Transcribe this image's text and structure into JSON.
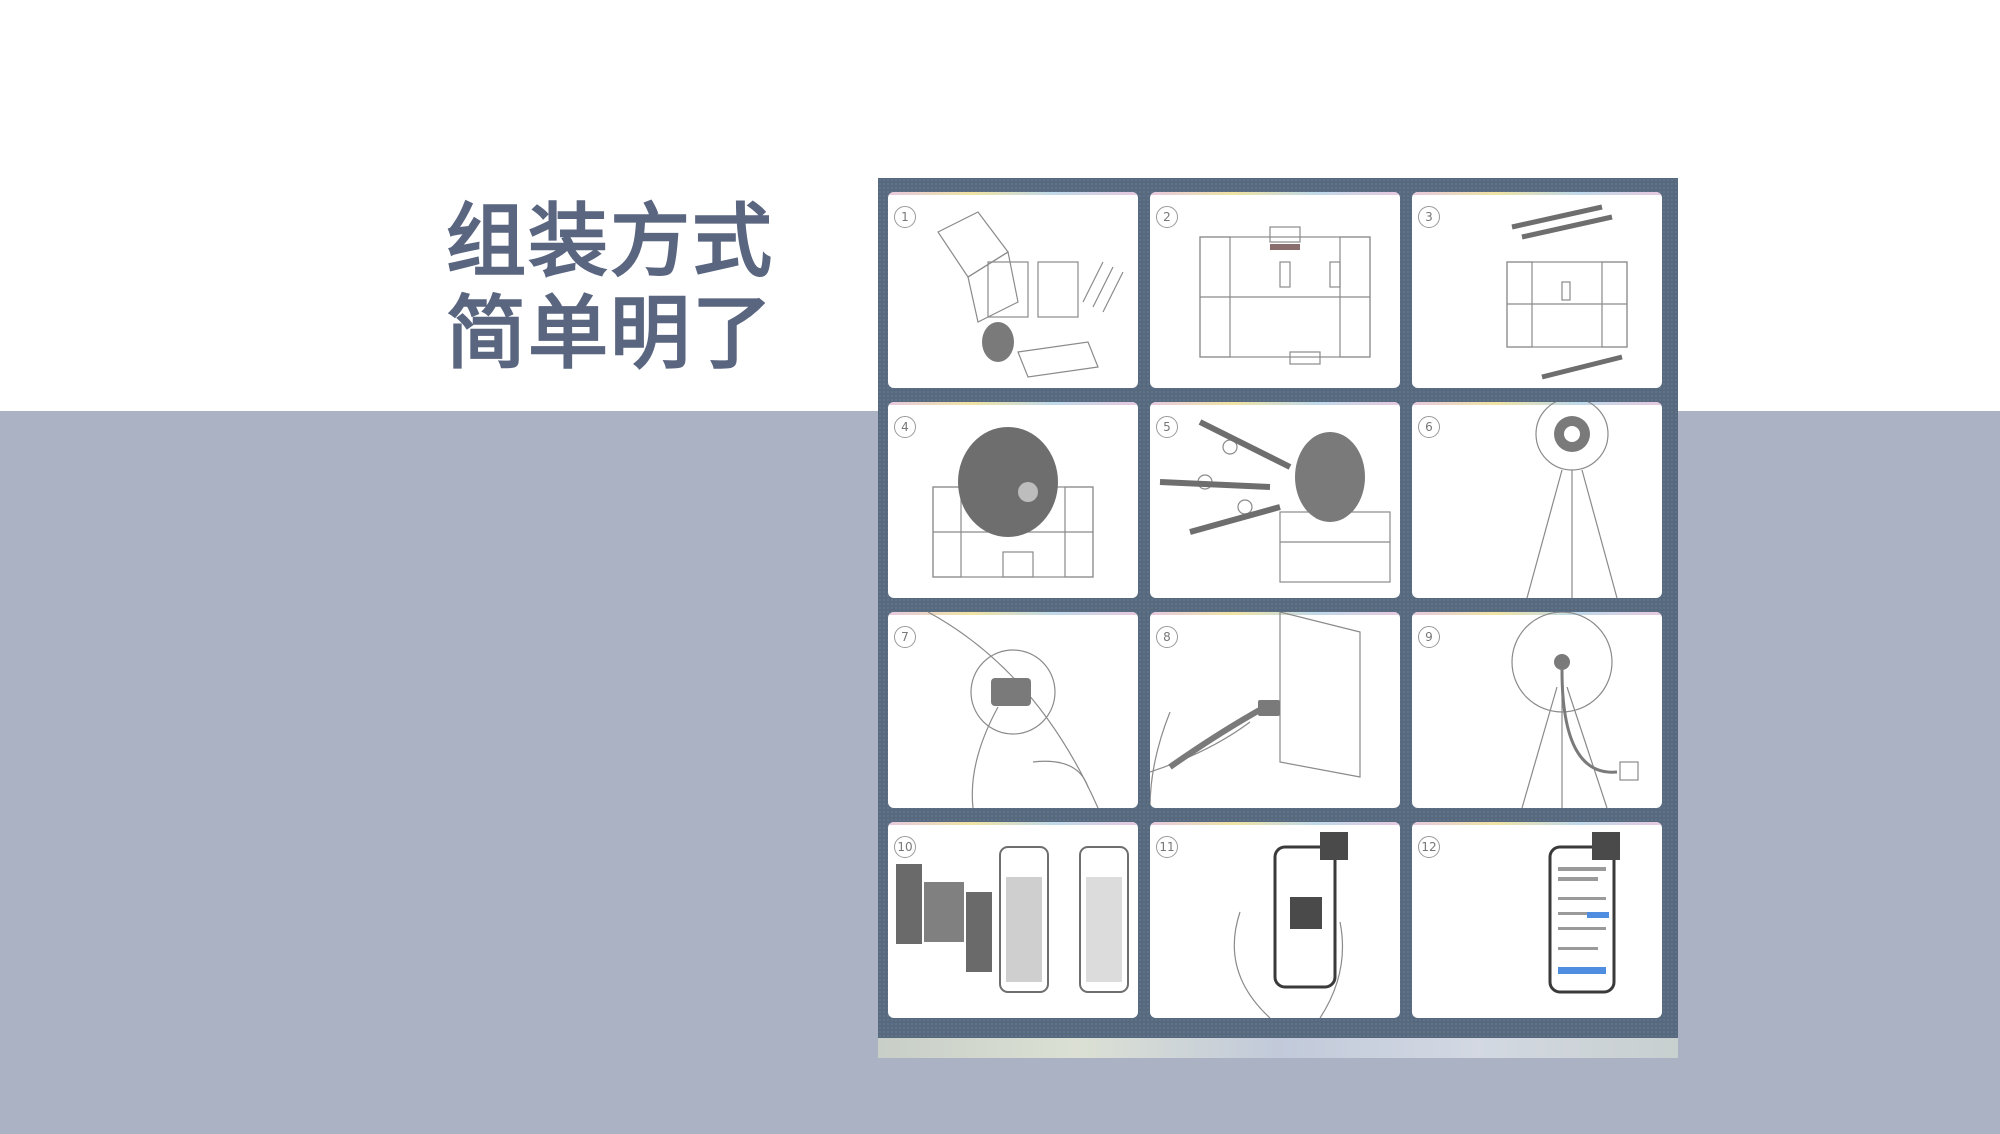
{
  "headline": {
    "line1": "组装方式",
    "line2": "简单明了"
  },
  "steps": [
    "1",
    "2",
    "3",
    "4",
    "5",
    "6",
    "7",
    "8",
    "9",
    "10",
    "11",
    "12"
  ],
  "colors": {
    "slate": "#5a6580",
    "band": "#abb2c4",
    "frame": "#56697f"
  }
}
